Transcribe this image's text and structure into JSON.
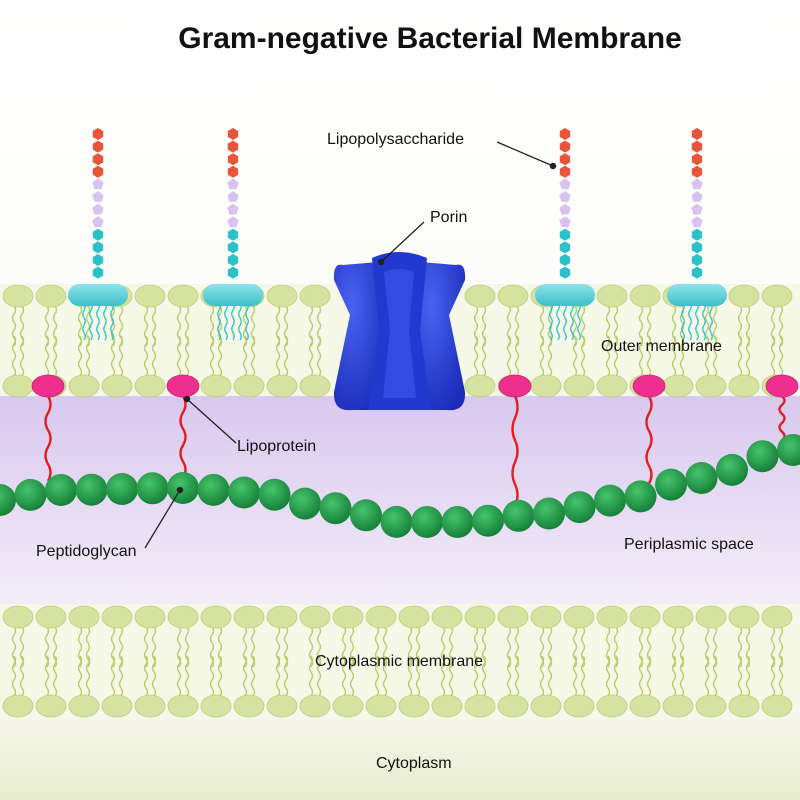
{
  "title": "Gram-negative Bacterial Membrane",
  "labels": {
    "lipopolysaccharide": "Lipopolysaccharide",
    "porin": "Porin",
    "outer_membrane": "Outer membrane",
    "lipoprotein": "Lipoprotein",
    "peptidoglycan": "Peptidoglycan",
    "periplasmic_space": "Periplasmic space",
    "cytoplasmic_membrane": "Cytoplasmic membrane",
    "cytoplasm": "Cytoplasm"
  },
  "colors": {
    "lipid_head": "#d6e3a0",
    "lipid_tail": "#b9cc6e",
    "lps_red": "#e8553a",
    "lps_lilac": "#d8c2ee",
    "lps_teal": "#2cc0c8",
    "lps_anchor": "#5fcfd8",
    "porin": "#2b3fd6",
    "lipoprotein_head": "#ee2f8e",
    "lipoprotein_chain": "#e31d1d",
    "peptidoglycan": "#1f9a46",
    "periplasm": "#e2d4f2",
    "cytoplasm": "#f3f7e4"
  }
}
